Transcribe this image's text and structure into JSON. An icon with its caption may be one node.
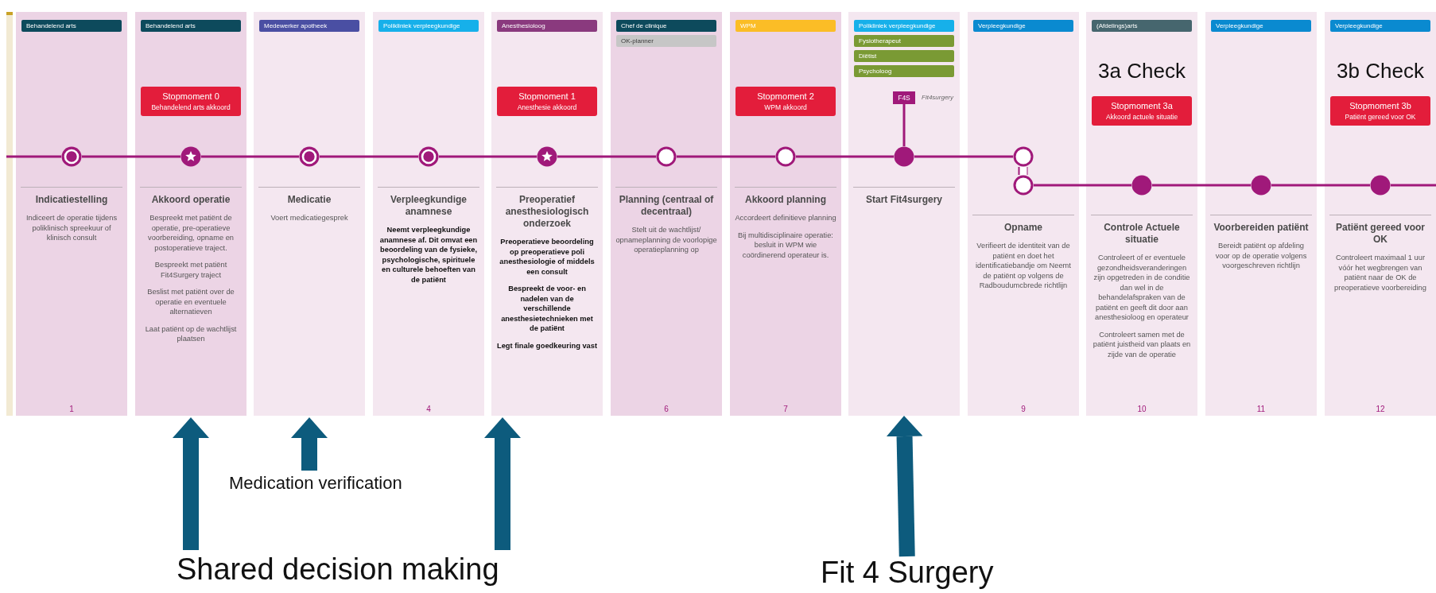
{
  "diagram": {
    "nodes": [
      {
        "text": [
          "Indicatiestelling",
          "Indiceert de operatie tijdens poliklinisch spreekuur of klinisch consult",
          "1"
        ]
      },
      {
        "text": [
          "Behandelend arts"
        ],
        "in": 0
      },
      {
        "text": [],
        "shape": "circle",
        "in": 0
      },
      {
        "text": [
          "Akkoord operatie",
          "Bespreekt met patiënt de operatie, pre-operatieve voorbereiding, opname en postoperatieve traject.",
          "Bespreekt met patiënt Fit4Surgery traject",
          "Beslist met patiënt over de operatie en eventuele alternatieven",
          "Laat patiënt op de wachtlijst plaatsen"
        ]
      },
      {
        "text": [
          "Behandelend arts"
        ],
        "in": 3
      },
      {
        "text": [
          "Stopmoment 0",
          "Behandelend arts akkoord"
        ],
        "in": 3
      },
      {
        "text": [],
        "shape": "circle",
        "in": 3
      },
      {
        "text": [
          "Medicatie",
          "Voert medicatiegesprek"
        ]
      },
      {
        "text": [
          "Medewerker apotheek"
        ],
        "in": 7
      },
      {
        "text": [],
        "shape": "circle",
        "in": 7
      },
      {
        "text": [
          "Verpleegkundige anamnese",
          "Neemt verpleegkundige anamnese af. Dit omvat een beoordeling van de fysieke, psychologische, spirituele en culturele behoeften van de patiënt",
          "4"
        ]
      },
      {
        "text": [
          "Polikliniek verpleegkundige"
        ],
        "in": 10
      },
      {
        "text": [],
        "shape": "circle",
        "in": 10
      },
      {
        "text": [
          "Preoperatief anesthesiologisch onderzoek",
          "Preoperatieve beoordeling op preoperatieve poli anesthesiologie of middels een consult",
          "Bespreekt de voor- en nadelen van de verschillende anesthesietechnieken met de patiënt",
          "Legt finale goedkeuring vast"
        ]
      },
      {
        "text": [
          "Anesthesioloog"
        ],
        "in": 13
      },
      {
        "text": [
          "Stopmoment 1",
          "Anesthesie akkoord"
        ],
        "in": 13
      },
      {
        "text": [],
        "shape": "circle",
        "in": 13
      },
      {
        "text": [
          "Planning (centraal of decentraal)",
          "Stelt uit de wachtlijst/ opnameplanning de voorlopige operatieplanning op",
          "6"
        ]
      },
      {
        "text": [
          "Chef de clinique"
        ],
        "in": 17
      },
      {
        "text": [
          "OK-planner"
        ],
        "in": 17
      },
      {
        "text": [],
        "shape": "circle",
        "in": 17
      },
      {
        "text": [
          "Akkoord planning",
          "Accordeert definitieve planning",
          "Bij multidisciplinaire operatie: besluit in WPM wie coördinerend operateur is.",
          "7"
        ]
      },
      {
        "text": [
          "WPM"
        ],
        "in": 21
      },
      {
        "text": [
          "Stopmoment 2",
          "WPM akkoord"
        ],
        "in": 21
      },
      {
        "text": [],
        "shape": "circle",
        "in": 21
      },
      {
        "text": [
          "Start Fit4surgery"
        ]
      },
      {
        "text": [
          "Polikliniek verpleegkundige"
        ],
        "in": 25
      },
      {
        "text": [
          "Fysiotherapeut"
        ],
        "in": 25
      },
      {
        "text": [
          "Diëtist"
        ],
        "in": 25
      },
      {
        "text": [
          "Psycholoog"
        ],
        "in": 25
      },
      {
        "text": [
          "F4S"
        ],
        "in": 25,
        "beside": [
          "Fit4surgery"
        ]
      },
      {
        "text": [],
        "shape": "circle",
        "in": 25
      },
      {
        "text": [
          "Opname",
          "Verifieert de identiteit van de patiënt en doet het identificatiebandje om Neemt de patiënt op volgens de Radboudumcbrede richtlijn",
          "9"
        ]
      },
      {
        "text": [
          "Verpleegkundige"
        ],
        "in": 32
      },
      {
        "text": [],
        "shape": "circle",
        "in": 32
      },
      {
        "text": [],
        "shape": "circle",
        "in": 32
      },
      {
        "text": [
          "Controle Actuele situatie",
          "Controleert of er eventuele gezondheidsveranderingen zijn opgetreden in de conditie dan wel in de behandelafspraken van de patiënt en geeft dit door aan anesthesioloog en operateur",
          "Controleert samen met de patiënt juistheid van plaats en zijde van de operatie",
          "10"
        ]
      },
      {
        "text": [
          "(Afdelings)arts"
        ],
        "in": 36
      },
      {
        "text": [
          "Stopmoment 3a",
          "Akkoord actuele situatie"
        ],
        "in": 36
      },
      {
        "text": [],
        "shape": "circle",
        "in": 36
      },
      {
        "text": [
          "Voorbereiden patiënt",
          "Bereidt patiënt op afdeling voor op de operatie volgens voorgeschreven richtlijn",
          "11"
        ]
      },
      {
        "text": [
          "Verpleegkundige"
        ],
        "in": 40
      },
      {
        "text": [],
        "shape": "circle",
        "in": 40
      },
      {
        "text": [
          "Patiënt gereed voor OK",
          "Controleert maximaal 1 uur vóór het wegbrengen van patiënt naar de OK de preoperatieve voorbereiding",
          "12"
        ]
      },
      {
        "text": [
          "Verpleegkundige"
        ],
        "in": 43
      },
      {
        "text": [
          "Stopmoment 3b",
          "Patiënt gereed voor OK"
        ],
        "in": 43
      },
      {
        "text": [],
        "shape": "circle",
        "in": 43
      },
      {
        "text": [
          "Shared decision making"
        ]
      },
      {
        "text": [
          "Medication verification"
        ]
      },
      {
        "text": [
          "Fit 4 Surgery"
        ]
      }
    ],
    "edges": [
      {
        "from": null,
        "to": 2,
        "arrow": "none"
      },
      {
        "from": 2,
        "to": 6,
        "arrow": "none"
      },
      {
        "from": 6,
        "to": 9,
        "arrow": "none"
      },
      {
        "from": 9,
        "to": 12,
        "arrow": "none"
      },
      {
        "from": 12,
        "to": 16,
        "arrow": "none"
      },
      {
        "from": 16,
        "to": 20,
        "arrow": "none"
      },
      {
        "from": 20,
        "to": 24,
        "arrow": "none"
      },
      {
        "from": 24,
        "to": 31,
        "arrow": "none"
      },
      {
        "from": 31,
        "to": 34,
        "arrow": "none"
      },
      {
        "from": 34,
        "to": 35,
        "arrow": "none",
        "style": "thick",
        "color": "#ffffff"
      },
      {
        "from": 35,
        "to": 39,
        "arrow": "none"
      },
      {
        "from": 39,
        "to": 42,
        "arrow": "none"
      },
      {
        "from": 42,
        "to": 46,
        "arrow": "none"
      },
      {
        "from": 46,
        "to": null,
        "arrow": "none"
      },
      {
        "from": 30,
        "to": 31,
        "arrow": "none"
      },
      {
        "from": 47,
        "to": 3,
        "arrow": "to",
        "style": "thick",
        "color": "#0d5b7d"
      },
      {
        "from": 47,
        "to": 13,
        "arrow": "to",
        "style": "thick",
        "color": "#0d5b7d"
      },
      {
        "from": 48,
        "to": 7,
        "arrow": "to",
        "style": "thick",
        "color": "#0d5b7d"
      },
      {
        "from": 49,
        "to": 25,
        "arrow": "to",
        "style": "thick",
        "color": "#0d5b7d"
      }
    ],
    "labels": [
      "3a Check",
      "3b Check"
    ]
  }
}
